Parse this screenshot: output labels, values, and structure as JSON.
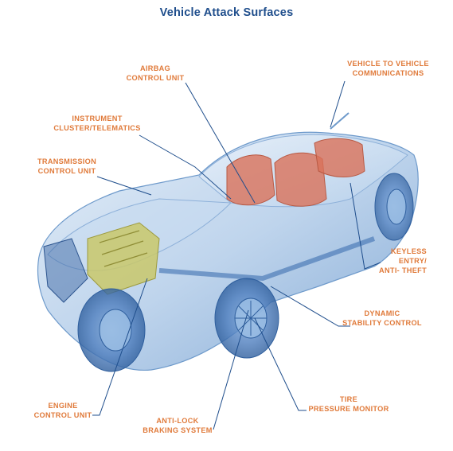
{
  "title": "Vehicle Attack Surfaces",
  "colors": {
    "title": "#1f4e8c",
    "label": "#e07a3a",
    "leader": "#1f4e8c",
    "body": "#a9c6e6",
    "seats": "#d9725a",
    "engine": "#c9c86a"
  },
  "labels": {
    "airbag": [
      "AIRBAG",
      "CONTROL UNIT"
    ],
    "v2v": [
      "VEHICLE TO VEHICLE",
      "COMMUNICATIONS"
    ],
    "instrument": [
      "INSTRUMENT",
      "CLUSTER/TELEMATICS"
    ],
    "transmission": [
      "TRANSMISSION",
      "CONTROL UNIT"
    ],
    "keyless": [
      "KEYLESS",
      "ENTRY/",
      "ANTI- THEFT"
    ],
    "dynamic": [
      "DYNAMIC",
      "STABILITY CONTROL"
    ],
    "engine": [
      "ENGINE",
      "CONTROL UNIT"
    ],
    "tire": [
      "TIRE",
      "PRESSURE MONITOR"
    ],
    "abs": [
      "ANTI-LOCK",
      "BRAKING SYSTEM"
    ]
  }
}
